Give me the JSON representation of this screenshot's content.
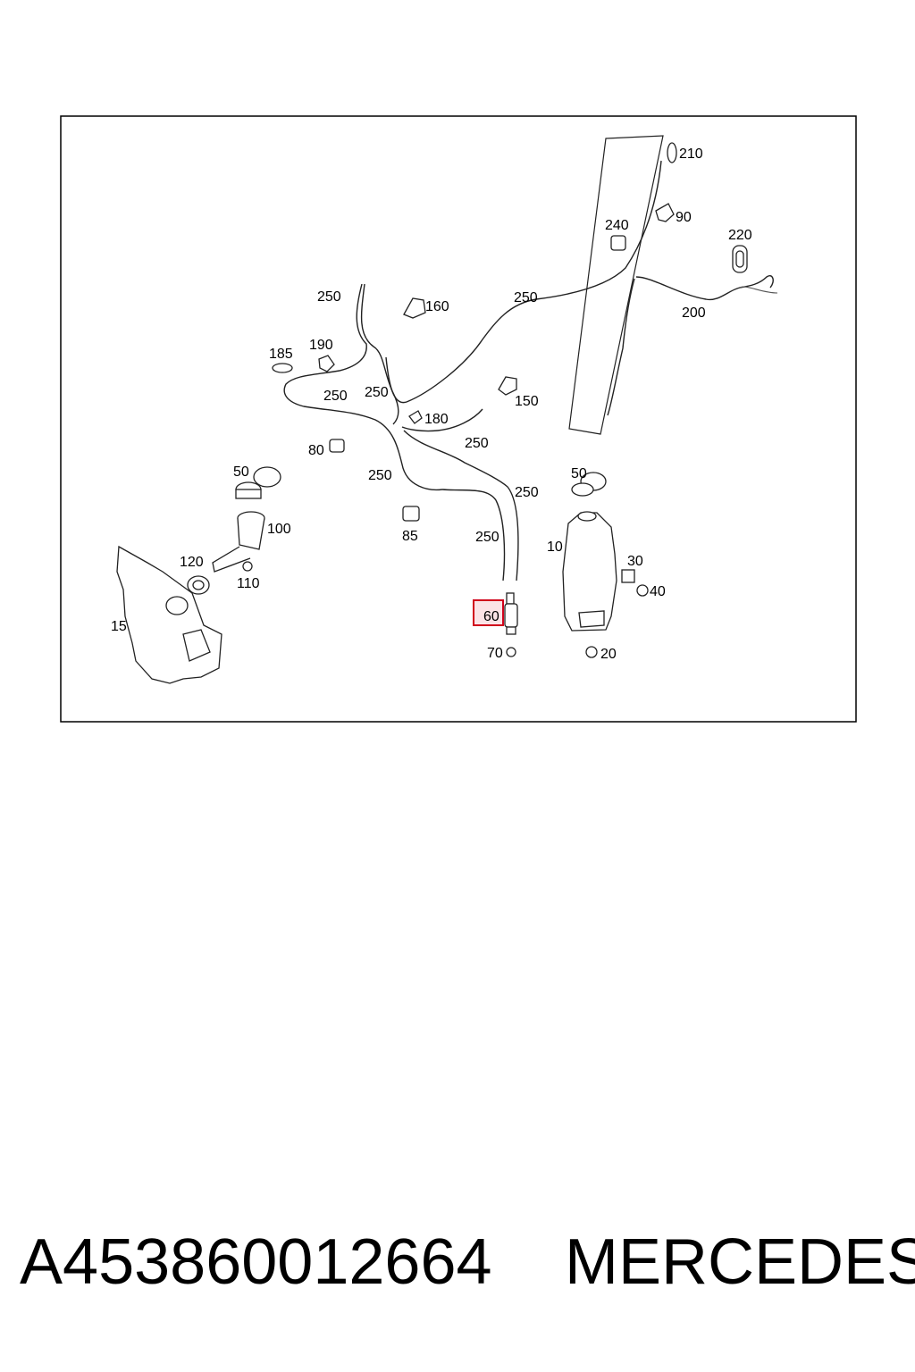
{
  "diagram": {
    "labels": {
      "l210": "210",
      "l90": "90",
      "l240": "240",
      "l220": "220",
      "l250a": "250",
      "l160": "160",
      "l250b": "250",
      "l200": "200",
      "l185": "185",
      "l190": "190",
      "l250c": "250",
      "l250d": "250",
      "l150": "150",
      "l180": "180",
      "l250e": "250",
      "l80": "80",
      "l50a": "50",
      "l250f": "250",
      "l250g": "250",
      "l50b": "50",
      "l100": "100",
      "l85": "85",
      "l250h": "250",
      "l10": "10",
      "l120": "120",
      "l30": "30",
      "l110": "110",
      "l40": "40",
      "l15": "15",
      "l60": "60",
      "l70": "70",
      "l20": "20"
    },
    "highlighted_part": "60",
    "highlight_color": "#d0021b",
    "highlight_fill": "#fbe3e6"
  },
  "footer": {
    "part_number": "A453860012664",
    "brand": "MERCEDES"
  }
}
